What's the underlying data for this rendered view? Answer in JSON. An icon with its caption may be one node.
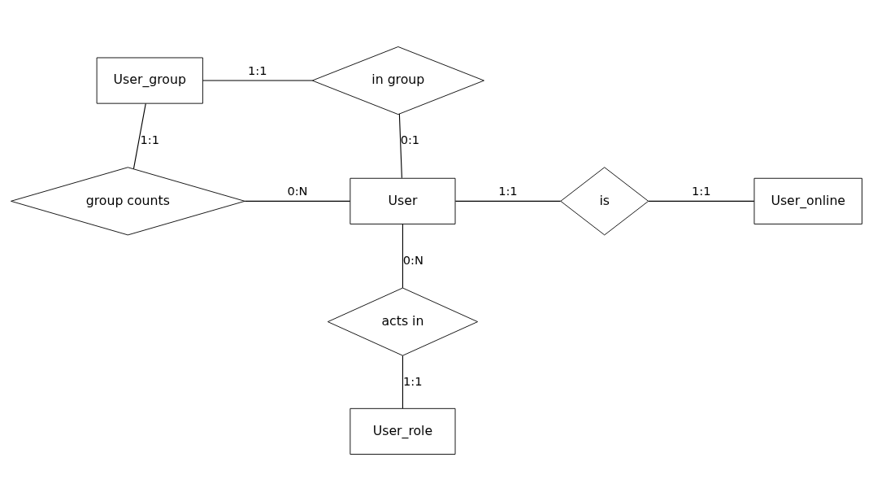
{
  "diagram": {
    "nodes": [
      {
        "text": [
          "User_group"
        ]
      },
      {
        "text": [
          "in group"
        ]
      },
      {
        "text": [
          "group counts"
        ]
      },
      {
        "text": [
          "User"
        ]
      },
      {
        "text": [
          "is"
        ]
      },
      {
        "text": [
          "User_online"
        ]
      },
      {
        "text": [
          "acts in"
        ]
      },
      {
        "text": [
          "User_role"
        ]
      }
    ],
    "edges": [
      {
        "from": 0,
        "to": 1,
        "arrow": "none",
        "label": "1:1"
      },
      {
        "from": 0,
        "to": 2,
        "arrow": "none",
        "label": "1:1"
      },
      {
        "from": 1,
        "to": 3,
        "arrow": "none",
        "label": "0:1"
      },
      {
        "from": 2,
        "to": 3,
        "arrow": "none",
        "label": "0:N"
      },
      {
        "from": 3,
        "to": 4,
        "arrow": "none",
        "label": "1:1"
      },
      {
        "from": 4,
        "to": 5,
        "arrow": "none",
        "label": "1:1"
      },
      {
        "from": 3,
        "to": 6,
        "arrow": "none",
        "label": "0:N"
      },
      {
        "from": 6,
        "to": 7,
        "arrow": "none",
        "label": "1:1"
      }
    ]
  }
}
